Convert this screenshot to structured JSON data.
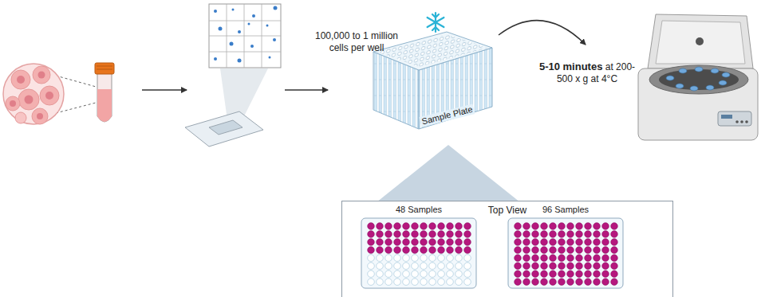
{
  "diagram": {
    "nodes": [
      {
        "text": [
          "Sample Plate"
        ]
      },
      {
        "text": [
          "Top View"
        ]
      },
      {
        "text": [
          "48 Samples"
        ],
        "in": 1
      },
      {
        "text": [
          "96 Samples"
        ],
        "in": 1
      }
    ],
    "labels": [
      "100,000 to 1 million cells per well",
      "5-10 minutes",
      "at 200-500 x g at 4°C"
    ]
  }
}
